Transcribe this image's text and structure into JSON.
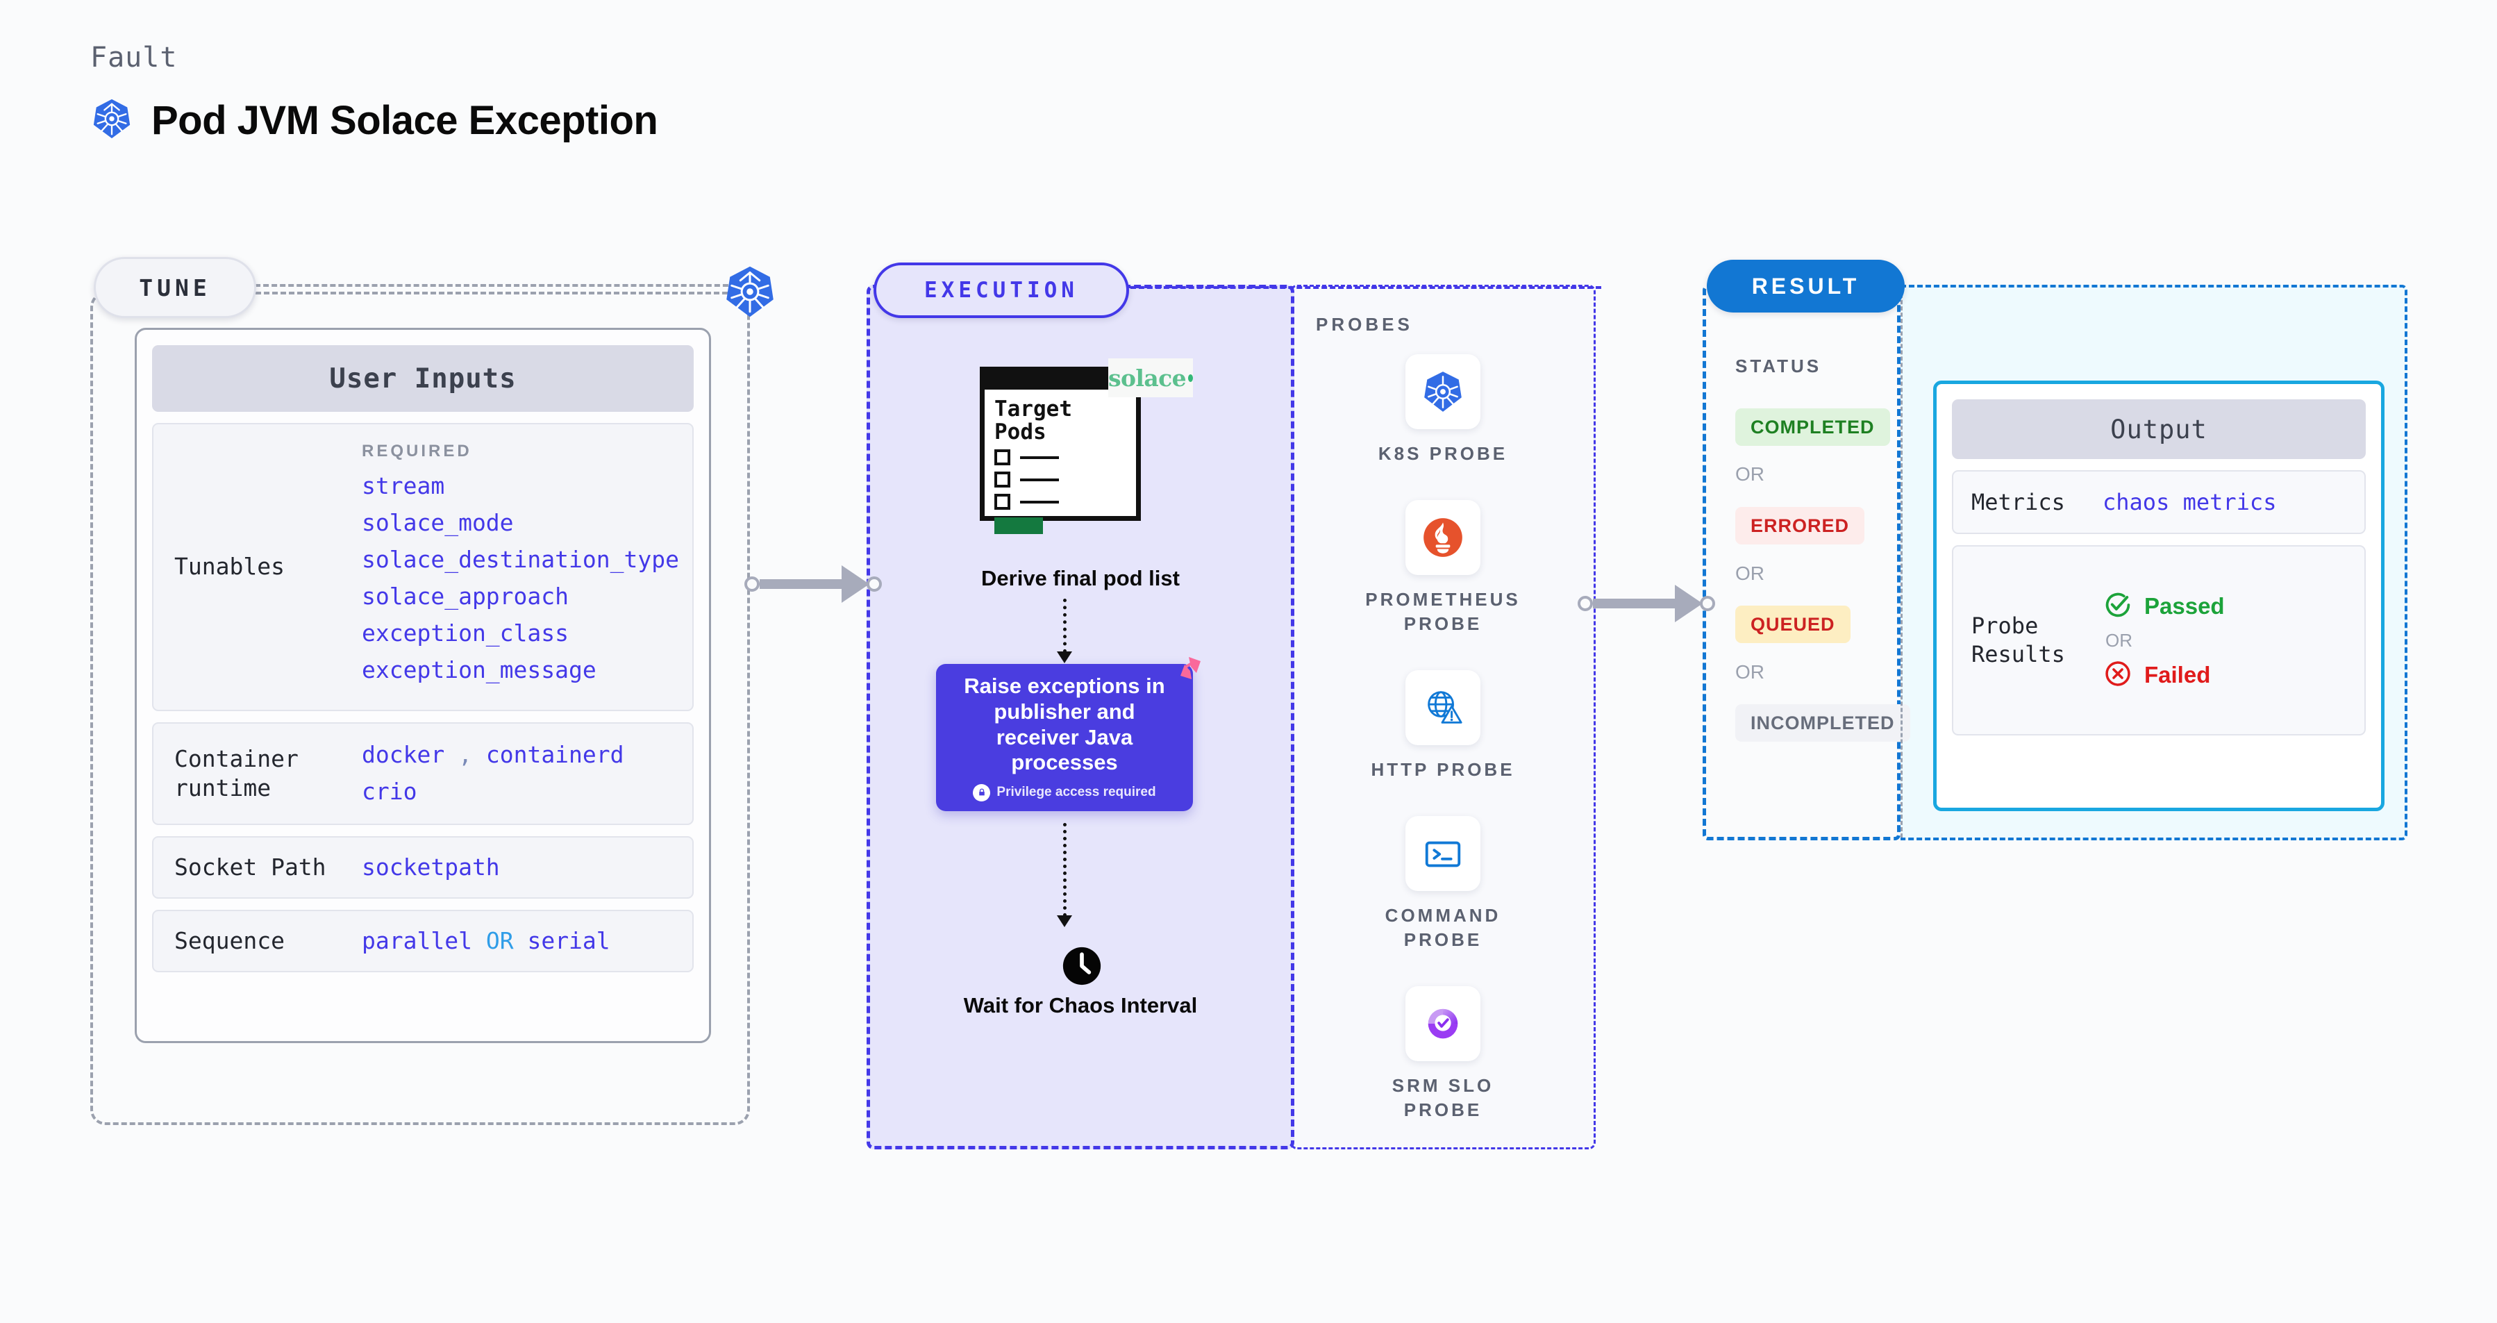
{
  "header": {
    "eyebrow": "Fault",
    "title": "Pod JVM Solace Exception",
    "icon": "kubernetes-icon"
  },
  "tune": {
    "pill_label": "TUNE",
    "badge_icon": "kubernetes-icon",
    "card_title": "User Inputs",
    "rows": [
      {
        "label": "Tunables",
        "required_label": "REQUIRED",
        "items": [
          "stream",
          "solace_mode",
          "solace_destination_type",
          "solace_approach",
          "exception_class",
          "exception_message"
        ]
      },
      {
        "label": "Container runtime",
        "values": [
          "docker",
          ",",
          "containerd",
          "crio"
        ]
      },
      {
        "label": "Socket Path",
        "values": [
          "socketpath"
        ]
      },
      {
        "label": "Sequence",
        "values": [
          "parallel",
          "OR",
          "serial"
        ]
      }
    ],
    "runtime_value_1": "docker",
    "runtime_sep": ",",
    "runtime_value_2": "containerd",
    "runtime_value_3": "crio",
    "socket_value": "socketpath",
    "seq_value_1": "parallel",
    "seq_or": "OR",
    "seq_value_2": "serial"
  },
  "execution": {
    "pill_label": "EXECUTION",
    "target_card_title": "Target Pods",
    "vendor_logo": "solace",
    "step1_label": "Derive final pod list",
    "action_text": "Raise exceptions in publisher and receiver Java processes",
    "action_note": "Privilege access required",
    "action_note_icon": "lock-icon",
    "action_badge_icon": "broken-link-icon",
    "step3_icon": "clock-icon",
    "step3_label": "Wait for Chaos Interval"
  },
  "probes": {
    "section_label": "PROBES",
    "items": [
      {
        "name": "K8S PROBE",
        "icon": "kubernetes-icon"
      },
      {
        "name": "PROMETHEUS PROBE",
        "icon": "prometheus-icon"
      },
      {
        "name": "HTTP PROBE",
        "icon": "globe-warning-icon"
      },
      {
        "name": "COMMAND PROBE",
        "icon": "terminal-icon"
      },
      {
        "name": "SRM SLO PROBE",
        "icon": "srm-slo-icon"
      }
    ]
  },
  "result": {
    "pill_label": "RESULT",
    "status_label": "STATUS",
    "or_label": "OR",
    "statuses": [
      {
        "label": "COMPLETED",
        "bg": "#dff3dd",
        "fg": "#1e8022"
      },
      {
        "label": "ERRORED",
        "bg": "#fdeceb",
        "fg": "#cc2222"
      },
      {
        "label": "QUEUED",
        "bg": "#fdeec2",
        "fg": "#cc2222"
      },
      {
        "label": "INCOMPLETED",
        "bg": "#f1f2f6",
        "fg": "#676d7b"
      }
    ]
  },
  "output": {
    "card_title": "Output",
    "metrics_label": "Metrics",
    "metrics_value": "chaos metrics",
    "probe_results_label": "Probe Results",
    "passed_label": "Passed",
    "passed_icon": "check-circle-icon",
    "or_label": "OR",
    "failed_label": "Failed",
    "failed_icon": "x-circle-icon"
  },
  "colors": {
    "accent_purple": "#4338e8",
    "accent_blue": "#1277d3",
    "accent_cyan": "#19a7e0",
    "kubernetes_blue": "#326ce5",
    "prometheus_orange": "#e6522c",
    "solace_green": "#5cc08e",
    "pass_green": "#1ca33a",
    "fail_red": "#e01b1b",
    "connector_grey": "#a7abbb"
  }
}
